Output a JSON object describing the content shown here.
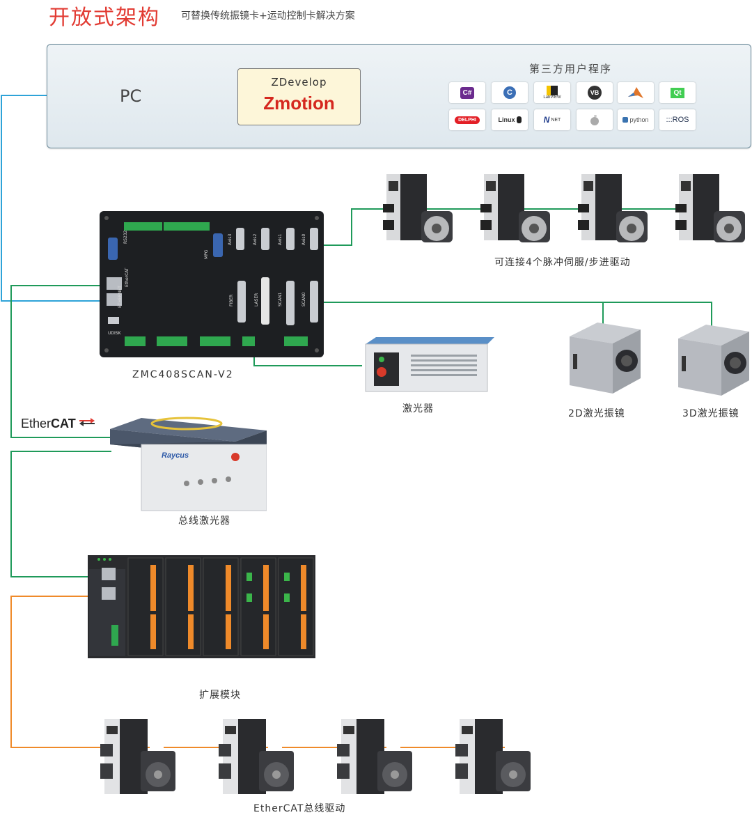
{
  "header": {
    "title": "开放式架构",
    "subtitle": "可替换传统振镜卡+运动控制卡解决方案"
  },
  "pc_panel": {
    "pc_label": "PC",
    "zdevelop_label": "ZDevelop",
    "zmotion_logo": "Zmotion",
    "third_party_title": "第三方用户程序",
    "apps": [
      {
        "label": "C#",
        "icon": "csharp-icon"
      },
      {
        "label": "C",
        "icon": "c-language-icon"
      },
      {
        "label": "LabVIEW",
        "icon": "labview-icon"
      },
      {
        "label": "VB",
        "icon": "vb-icon"
      },
      {
        "label": "",
        "icon": "matlab-icon"
      },
      {
        "label": "Qt",
        "icon": "qt-icon"
      },
      {
        "label": "DELPHI",
        "icon": "delphi-icon"
      },
      {
        "label": "Linux",
        "icon": "linux-icon"
      },
      {
        "label": "NET",
        "icon": "dotnet-icon"
      },
      {
        "label": "",
        "icon": "apple-icon"
      },
      {
        "label": "python",
        "icon": "python-icon"
      },
      {
        "label": ":::ROS",
        "icon": "ros-icon"
      }
    ]
  },
  "devices": {
    "controller_label": "ZMC408SCAN-V2",
    "pulse_servo_label": "可连接4个脉冲伺服/步进驱动",
    "laser_label": "激光器",
    "galvo_2d_label": "2D激光振镜",
    "galvo_3d_label": "3D激光振镜",
    "ethercat_logo_text": "Ether",
    "ethercat_logo_bold": "CAT",
    "bus_laser_label": "总线激光器",
    "bus_laser_brand": "Raycus",
    "expansion_label": "扩展模块",
    "ethercat_drive_label": "EtherCAT总线驱动",
    "controller_ports": [
      "RS232",
      "EtherCAT",
      "ETHERNET",
      "UDISK",
      "MPG",
      "Axis3",
      "Axis2",
      "Axis1",
      "Axis0",
      "FIBER",
      "LASER",
      "SCAN1",
      "SCAN0"
    ]
  },
  "colors": {
    "title_red": "#e23b33",
    "ethernet_blue": "#2ea3d8",
    "ethercat_green": "#1f9a5a",
    "ethercat_orange": "#ef8a2a",
    "panel_border": "#6b8a9a",
    "zmotion_red": "#d5281f"
  }
}
